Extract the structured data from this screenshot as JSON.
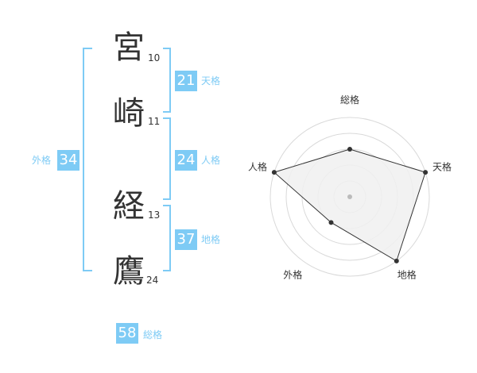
{
  "name": {
    "chars": [
      {
        "char": "宮",
        "strokes": "10"
      },
      {
        "char": "崎",
        "strokes": "11"
      },
      {
        "char": "経",
        "strokes": "13"
      },
      {
        "char": "鷹",
        "strokes": "24"
      }
    ]
  },
  "fortunes": {
    "tenkaku": {
      "value": "21",
      "label": "天格"
    },
    "jinkaku": {
      "value": "24",
      "label": "人格"
    },
    "chikaku": {
      "value": "37",
      "label": "地格"
    },
    "gaikaku": {
      "value": "34",
      "label": "外格"
    },
    "soukaku": {
      "value": "58",
      "label": "総格"
    }
  },
  "colors": {
    "accent": "#7ecbf5",
    "text": "#333333",
    "fill": "#f0f0f0"
  },
  "chart_data": {
    "type": "radar",
    "axes": [
      "総格",
      "天格",
      "地格",
      "外格",
      "人格"
    ],
    "scale_max": 5,
    "rings": 5,
    "values": [
      3,
      5,
      5,
      2,
      5
    ]
  }
}
